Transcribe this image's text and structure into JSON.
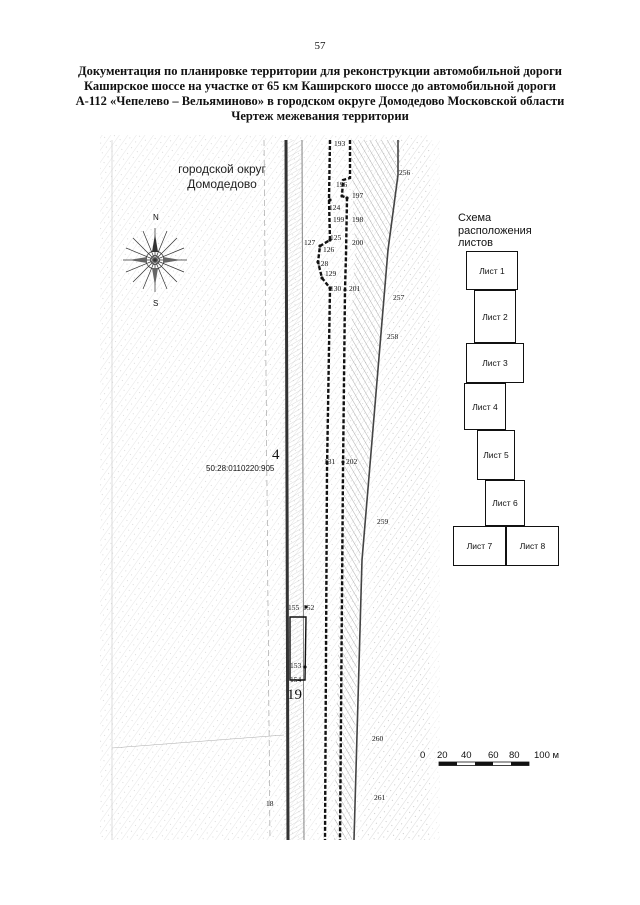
{
  "page": {
    "number": "57"
  },
  "title": {
    "lines": [
      "Документация по планировке территории для реконструкции автомобильной дороги",
      "Каширское шоссе на участке от 65 км Каширского шоссе до автомобильной дороги",
      "А-112 «Чепелево – Вельяминово» в городском округе Домодедово Московской области",
      "Чертеж межевания территории"
    ]
  },
  "map": {
    "district_label": [
      "городской округ",
      "Домодедово"
    ],
    "compass": {
      "north": "N",
      "south": "S"
    },
    "zone_number": "4",
    "zone_number_2": "19",
    "cadastral_number": "50:28:0110220:905",
    "corner_label": "18",
    "point_labels": {
      "p193": "193",
      "p196": "196",
      "p197": "197",
      "p124": "124",
      "p199": "199",
      "p198": "198",
      "p125": "125",
      "p200": "200",
      "p127": "127",
      "p126": "126",
      "p128": "128",
      "p129": "129",
      "p130": "130",
      "p201": "201",
      "p256": "256",
      "p257": "257",
      "p258": "258",
      "p131": "131",
      "p202": "202",
      "p259": "259",
      "p155": "155",
      "p152": "152",
      "p153": "153",
      "p154": "154",
      "p260": "260",
      "p261": "261"
    }
  },
  "inset": {
    "title": [
      "Схема",
      "расположения",
      "листов"
    ],
    "sheets": [
      "Лист 1",
      "Лист 2",
      "Лист 3",
      "Лист 4",
      "Лист 5",
      "Лист 6",
      "Лист 7",
      "Лист 8"
    ]
  },
  "scale": {
    "labels": [
      "0",
      "20",
      "40",
      "60",
      "80",
      "100 м"
    ]
  }
}
